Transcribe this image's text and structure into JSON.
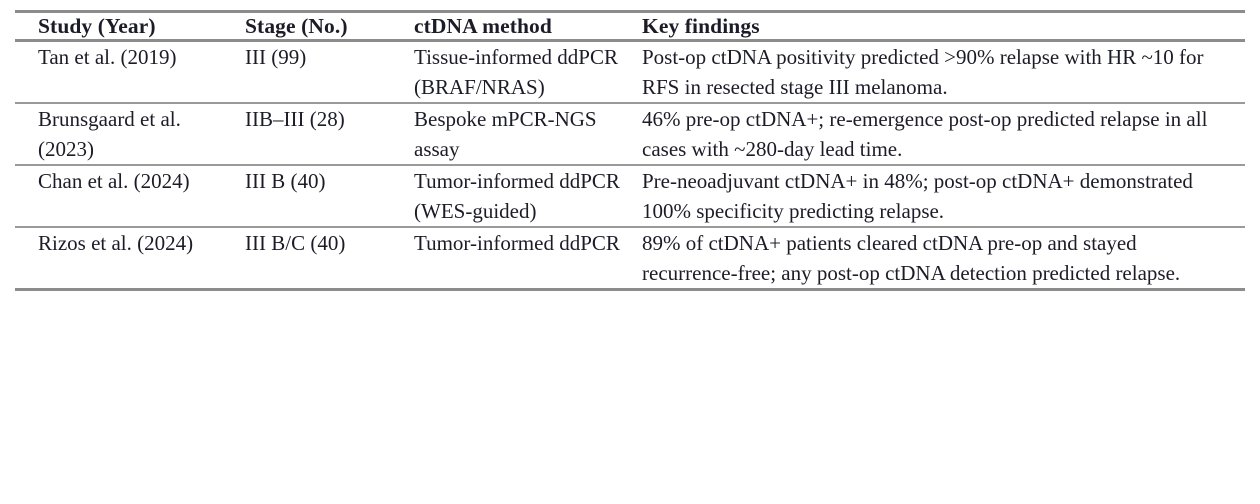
{
  "table": {
    "caption_visible": false,
    "columns": [
      {
        "key": "study",
        "header": "Study (Year)"
      },
      {
        "key": "stage",
        "header": "Stage (No.)"
      },
      {
        "key": "method",
        "header": "ctDNA method"
      },
      {
        "key": "find",
        "header": "Key findings"
      }
    ],
    "rows": [
      {
        "study": "Tan et al. (2019)",
        "stage": "III (99)",
        "method": "Tissue-informed ddPCR (BRAF/NRAS)",
        "find": "Post-op ctDNA positivity predicted >90% relapse with HR ~10 for RFS in resected stage III melanoma."
      },
      {
        "study": "Brunsgaard et al. (2023)",
        "stage": "IIB–III (28)",
        "method": "Bespoke mPCR-NGS assay",
        "find": "46% pre-op ctDNA+; re-emergence post-op predicted relapse in all cases with ~280-day lead time."
      },
      {
        "study": "Chan et al. (2024)",
        "stage": "III B (40)",
        "method": "Tumor-informed ddPCR (WES-guided)",
        "find": "Pre-neoadjuvant ctDNA+ in 48%; post-op ctDNA+ demonstrated 100% specificity predicting relapse."
      },
      {
        "study": "Rizos et al. (2024)",
        "stage": "III B/C (40)",
        "method": "Tumor-informed ddPCR",
        "find": "89% of ctDNA+ patients cleared ctDNA pre-op and stayed recurrence-free; any post-op ctDNA detection predicted relapse."
      }
    ]
  },
  "style": {
    "text_color": "#1c1c28",
    "rule_color": "#8c8c8c",
    "background": "#ffffff"
  }
}
